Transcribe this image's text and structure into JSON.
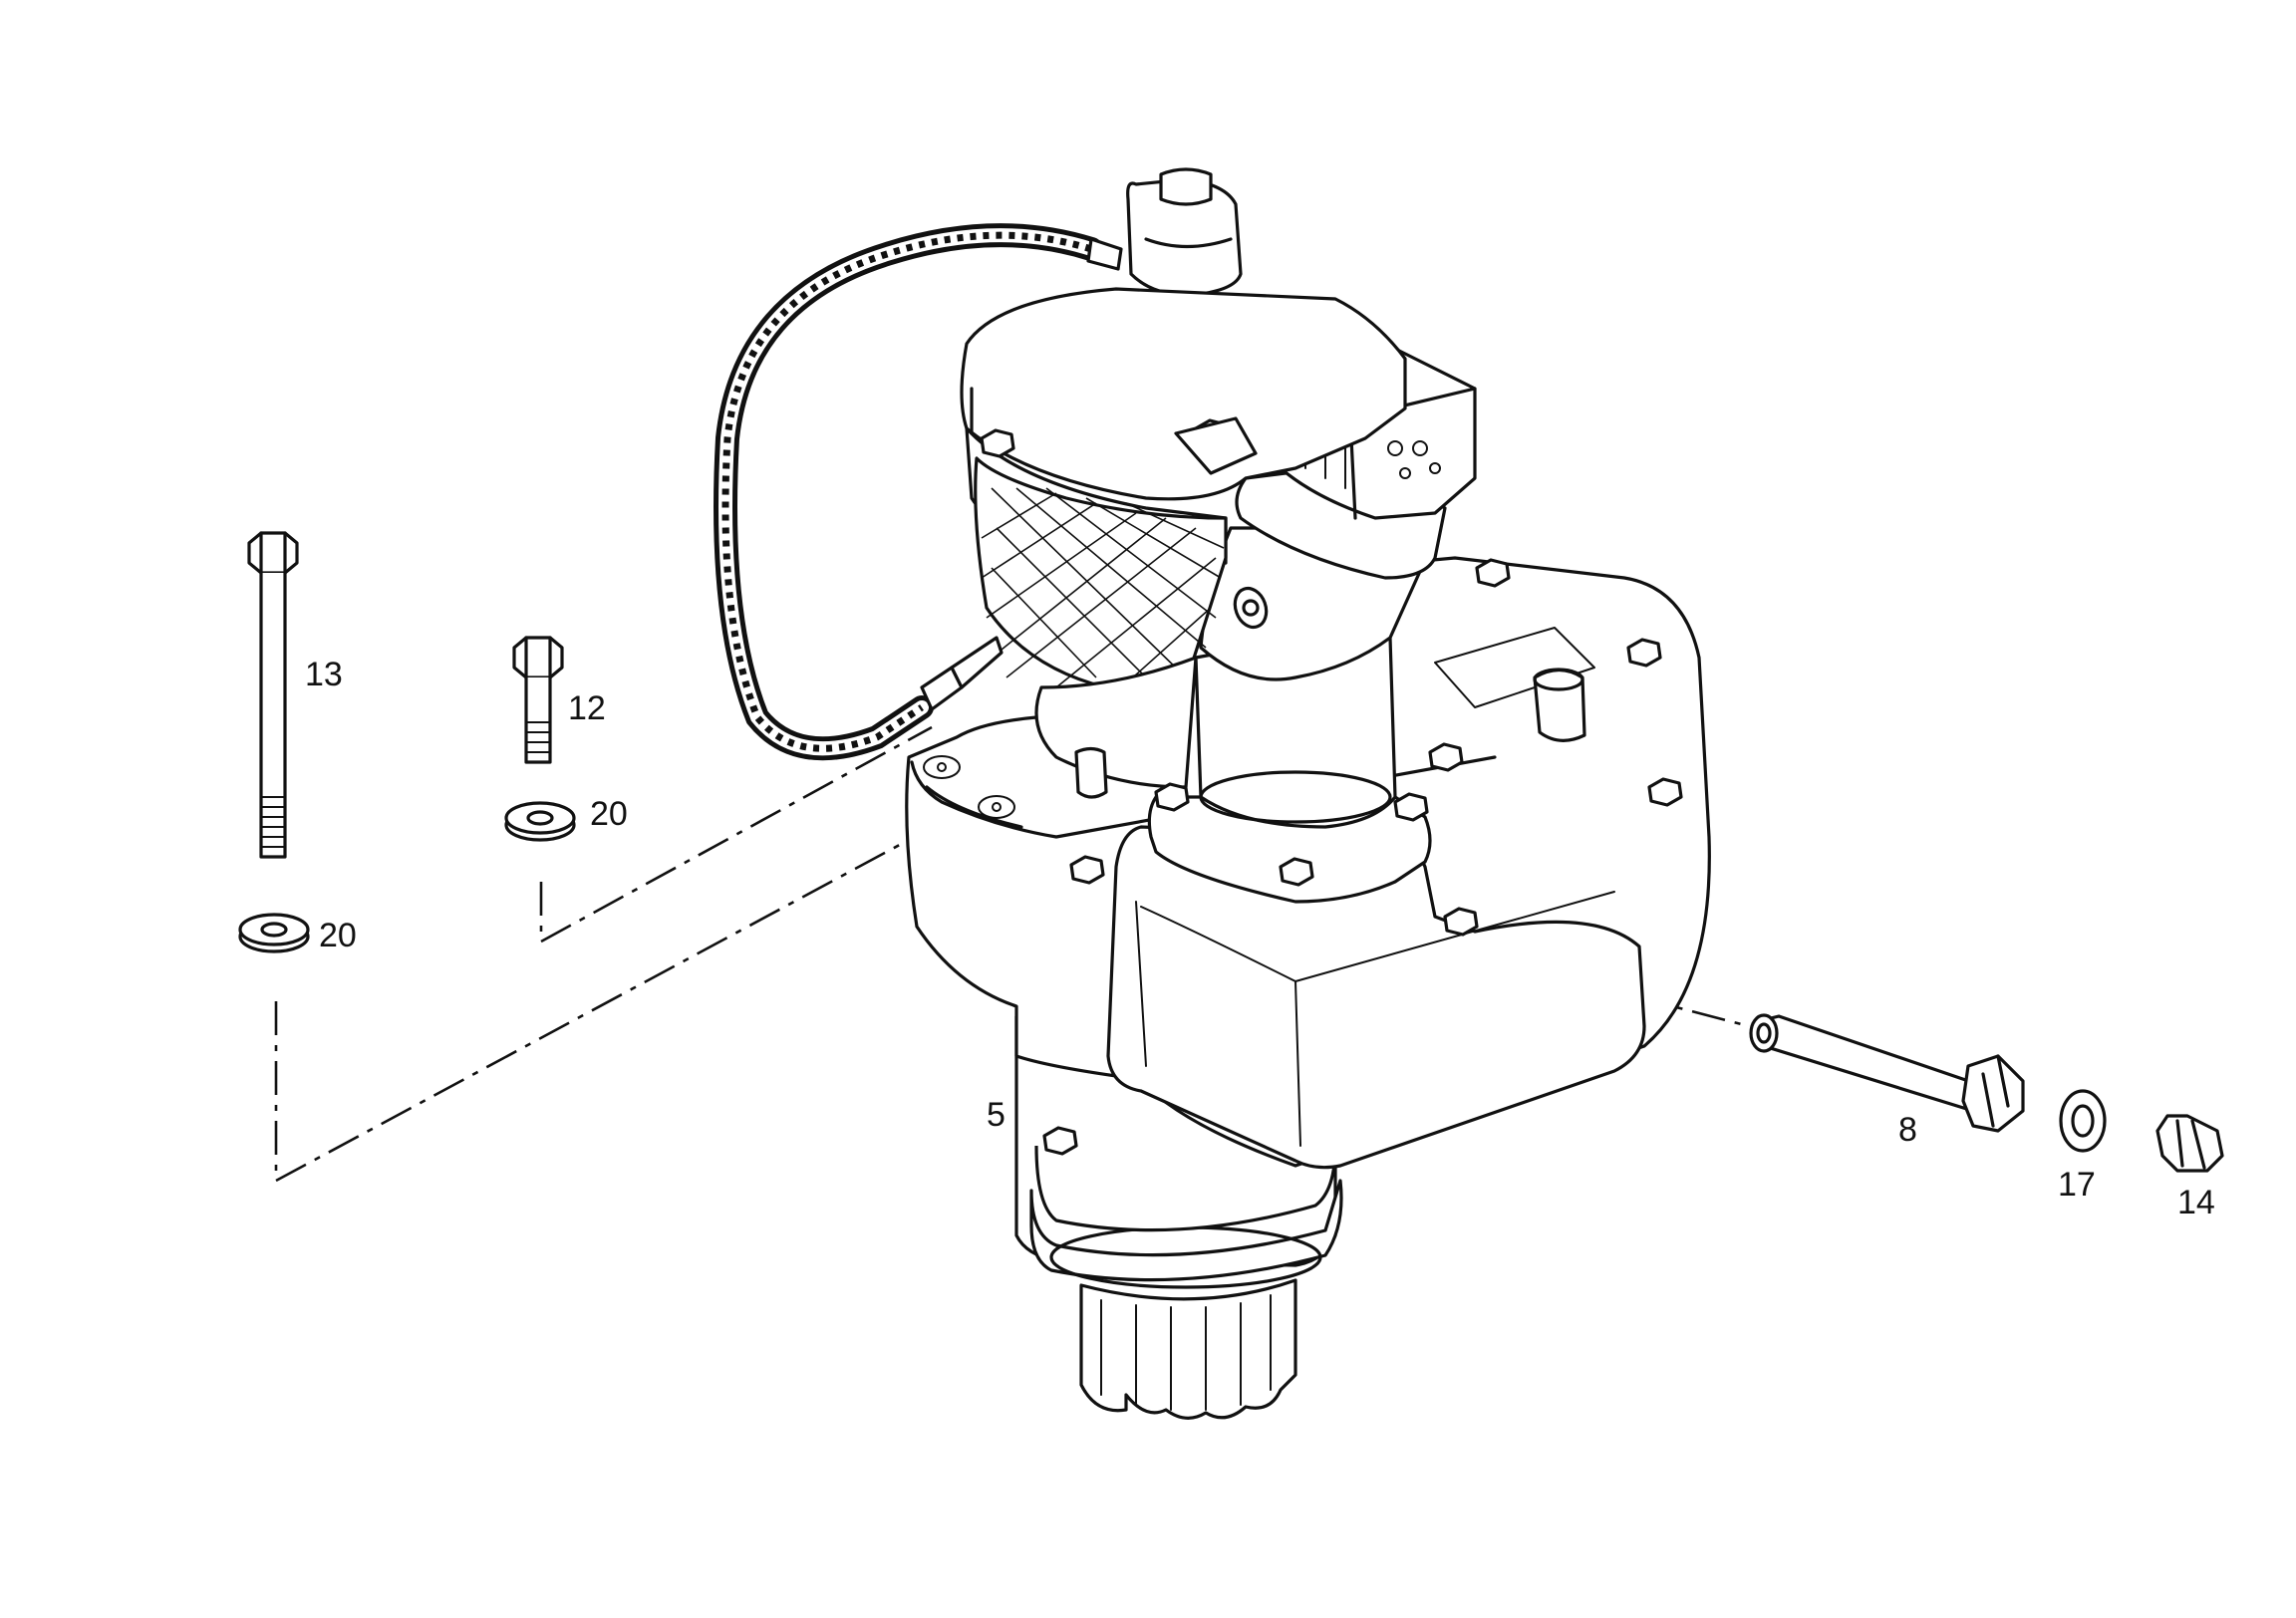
{
  "drawing": {
    "colors": {
      "ink": "#111111",
      "paper": "#ffffff"
    },
    "callouts": {
      "p13": "13",
      "p12": "12",
      "p20a": "20",
      "p20b": "20",
      "p5": "5",
      "p8": "8",
      "p17": "17",
      "p14": "14"
    }
  }
}
